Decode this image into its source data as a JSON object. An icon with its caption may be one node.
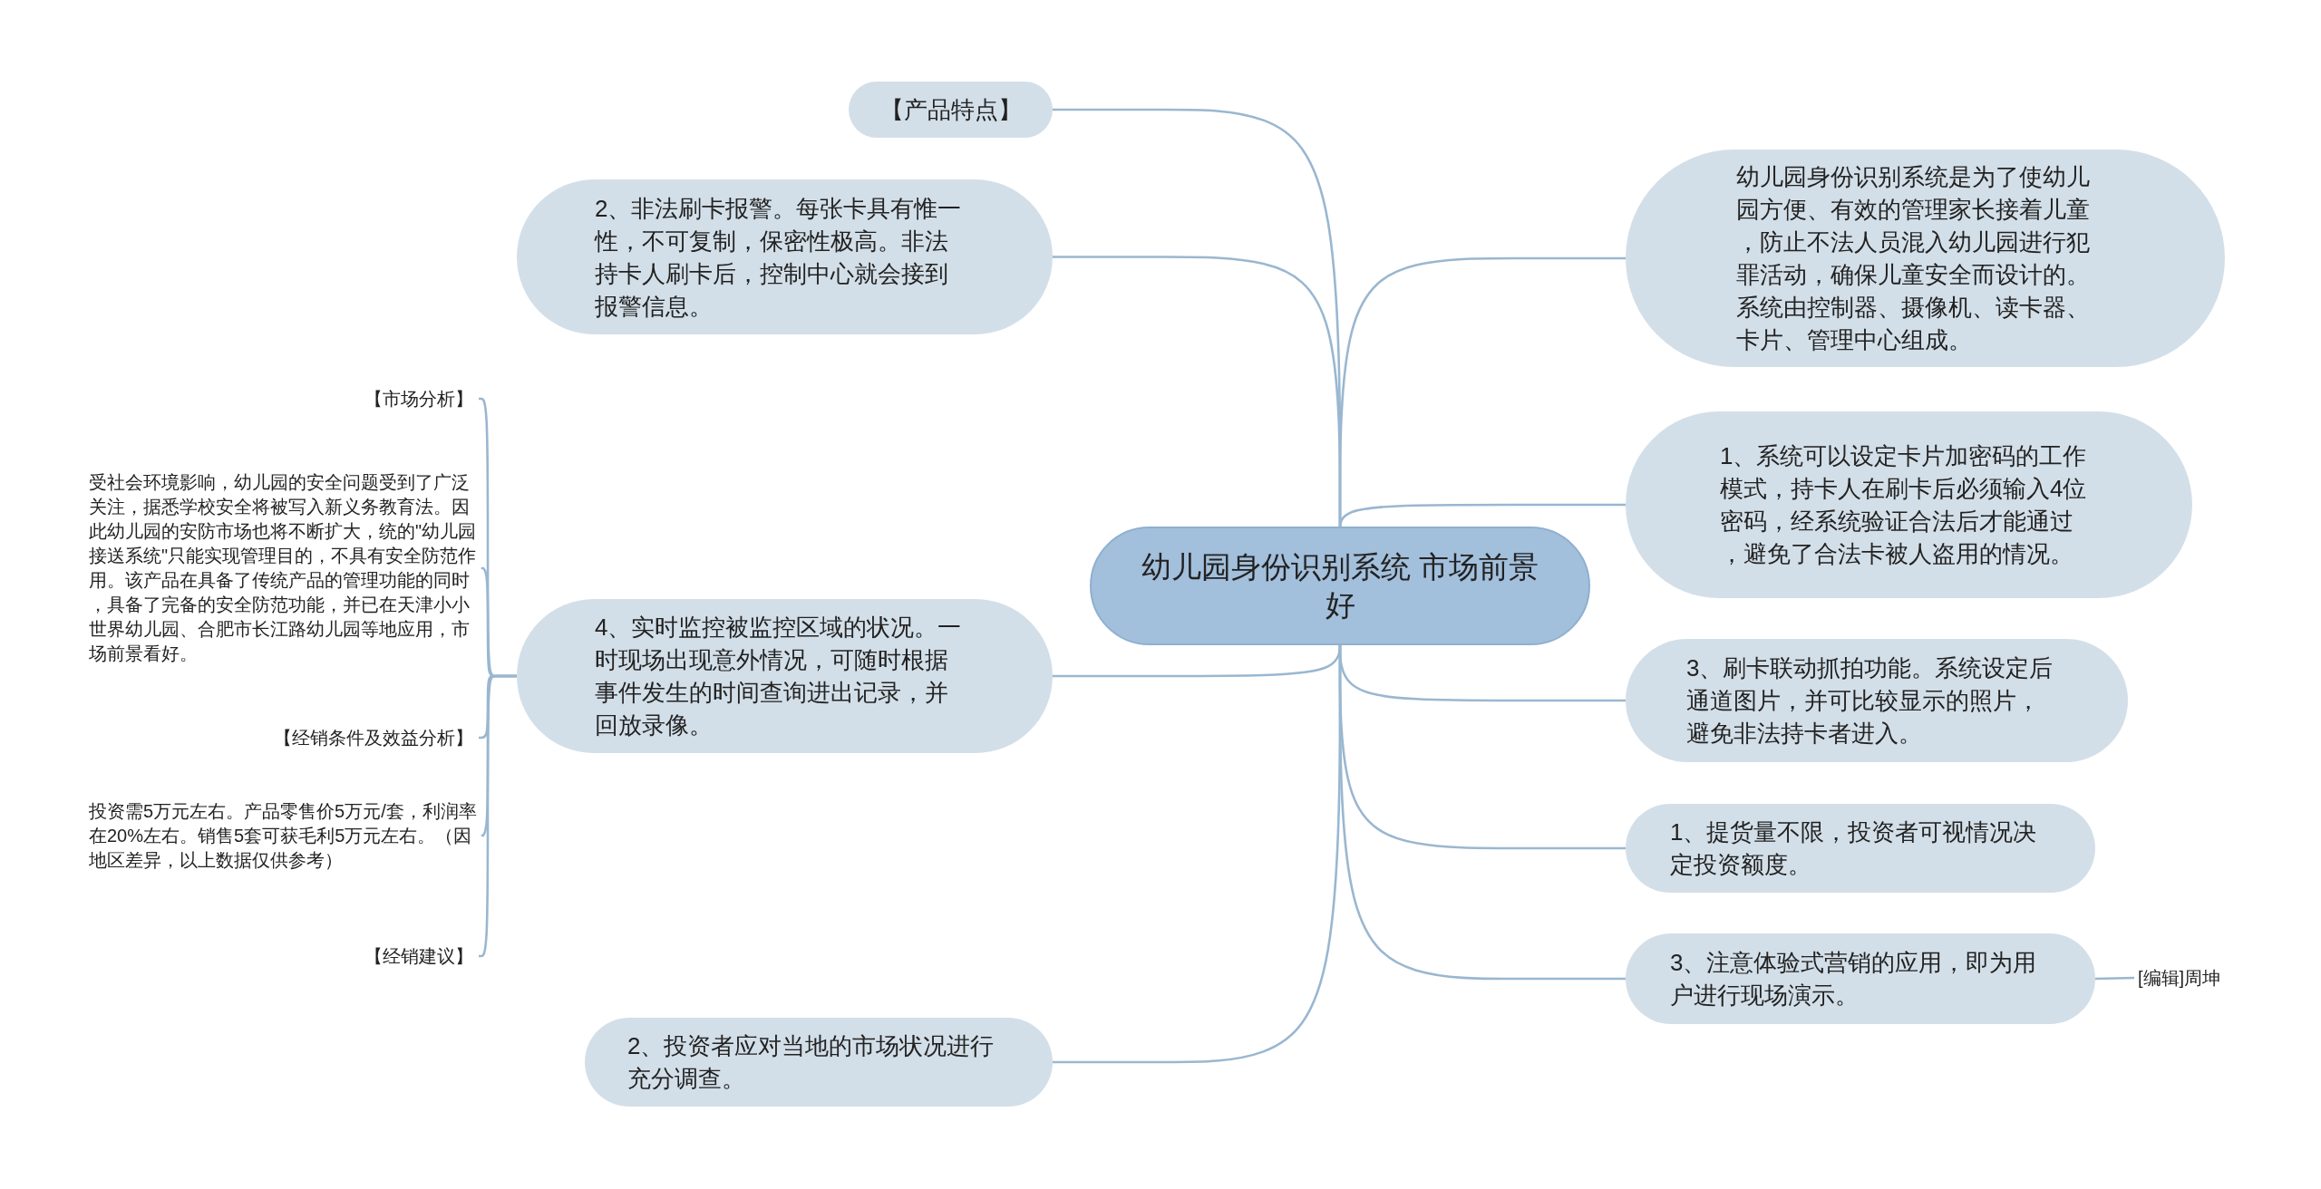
{
  "diagram": {
    "nodes": [
      {
        "text": [
          "幼儿园身份识别系统 市场前景好"
        ]
      },
      {
        "text": [
          "【产品特点】"
        ]
      },
      {
        "text": [
          "2、非法刷卡报警。每张卡具有惟一性，不可复制，保密性极高。非法持卡人刷卡后，控制中心就会接到报警信息。"
        ]
      },
      {
        "text": [
          "4、实时监控被监控区域的状况。一时现场出现意外情况，可随时根据事件发生的时间查询进出记录，并回放录像。"
        ]
      },
      {
        "text": [
          "【市场分析】"
        ]
      },
      {
        "text": [
          "受社会环境影响，幼儿园的安全问题受到了广泛关注，据悉学校安全将被写入新义务教育法。因此幼儿园的安防市场也将不断扩大，统的\"幼儿园接送系统\"只能实现管理目的，不具有安全防范作用。该产品在具备了传统产品的管理功能的同时，具备了完备的安全防范功能，并已在天津小小世界幼儿园、合肥市长江路幼儿园等地应用，市场前景看好。"
        ]
      },
      {
        "text": [
          "【经销条件及效益分析】"
        ]
      },
      {
        "text": [
          "投资需5万元左右。产品零售价5万元/套，利润率在20%左右。销售5套可获毛利5万元左右。（因地区差异，以上数据仅供参考）"
        ]
      },
      {
        "text": [
          "【经销建议】"
        ]
      },
      {
        "text": [
          "2、投资者应对当地的市场状况进行充分调查。"
        ]
      },
      {
        "text": [
          "幼儿园身份识别系统是为了使幼儿园方便、有效的管理家长接着儿童，防止不法人员混入幼儿园进行犯罪活动，确保儿童安全而设计的。系统由控制器、摄像机、读卡器、卡片、管理中心组成。"
        ]
      },
      {
        "text": [
          "1、系统可以设定卡片加密码的工作模式，持卡人在刷卡后必须输入4位密码，经系统验证合法后才能通过，避免了合法卡被人盗用的情况。"
        ]
      },
      {
        "text": [
          "3、刷卡联动抓拍功能。系统设定后通道图片，并可比较显示的照片，避免非法持卡者进入。"
        ]
      },
      {
        "text": [
          "1、提货量不限，投资者可视情况决定投资额度。"
        ]
      },
      {
        "text": [
          "3、注意体验式营销的应用，即为用户进行现场演示。"
        ]
      },
      {
        "text": [
          "[编辑]周坤"
        ]
      }
    ],
    "edges": [
      {
        "from": 0,
        "to": 1,
        "arrow": "none"
      },
      {
        "from": 0,
        "to": 2,
        "arrow": "none"
      },
      {
        "from": 0,
        "to": 3,
        "arrow": "none"
      },
      {
        "from": 3,
        "to": 4,
        "arrow": "none"
      },
      {
        "from": 3,
        "to": 5,
        "arrow": "none"
      },
      {
        "from": 3,
        "to": 6,
        "arrow": "none"
      },
      {
        "from": 3,
        "to": 7,
        "arrow": "none"
      },
      {
        "from": 3,
        "to": 8,
        "arrow": "none"
      },
      {
        "from": 0,
        "to": 9,
        "arrow": "none"
      },
      {
        "from": 0,
        "to": 10,
        "arrow": "none"
      },
      {
        "from": 0,
        "to": 11,
        "arrow": "none"
      },
      {
        "from": 0,
        "to": 12,
        "arrow": "none"
      },
      {
        "from": 0,
        "to": 13,
        "arrow": "none"
      },
      {
        "from": 0,
        "to": 14,
        "arrow": "none"
      },
      {
        "from": 14,
        "to": 15,
        "arrow": "none"
      }
    ]
  }
}
